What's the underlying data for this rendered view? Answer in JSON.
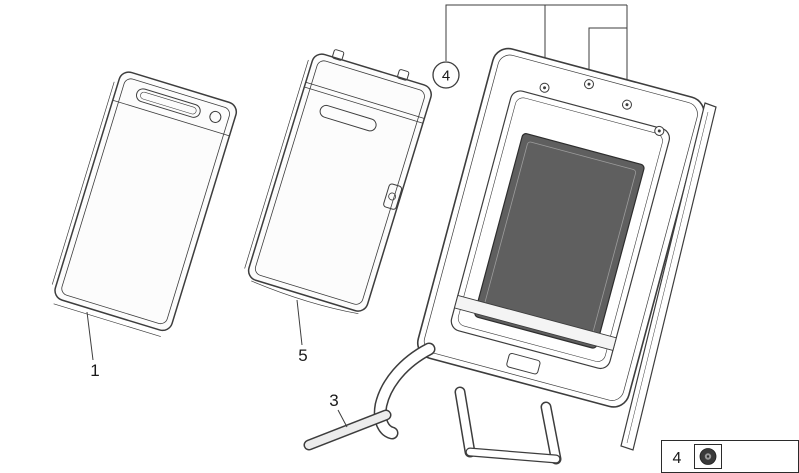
{
  "colors": {
    "background": "#ffffff",
    "line": "#3d3d3d",
    "panel_fill": "#fcfcfc",
    "dark_panel_fill": "#5f5f5f",
    "label_text": "#1a1a1a"
  },
  "callouts": {
    "part1": "1",
    "part3": "3",
    "part4": "4",
    "part5": "5"
  },
  "legend": {
    "number": "4",
    "icon": "nut-icon"
  }
}
